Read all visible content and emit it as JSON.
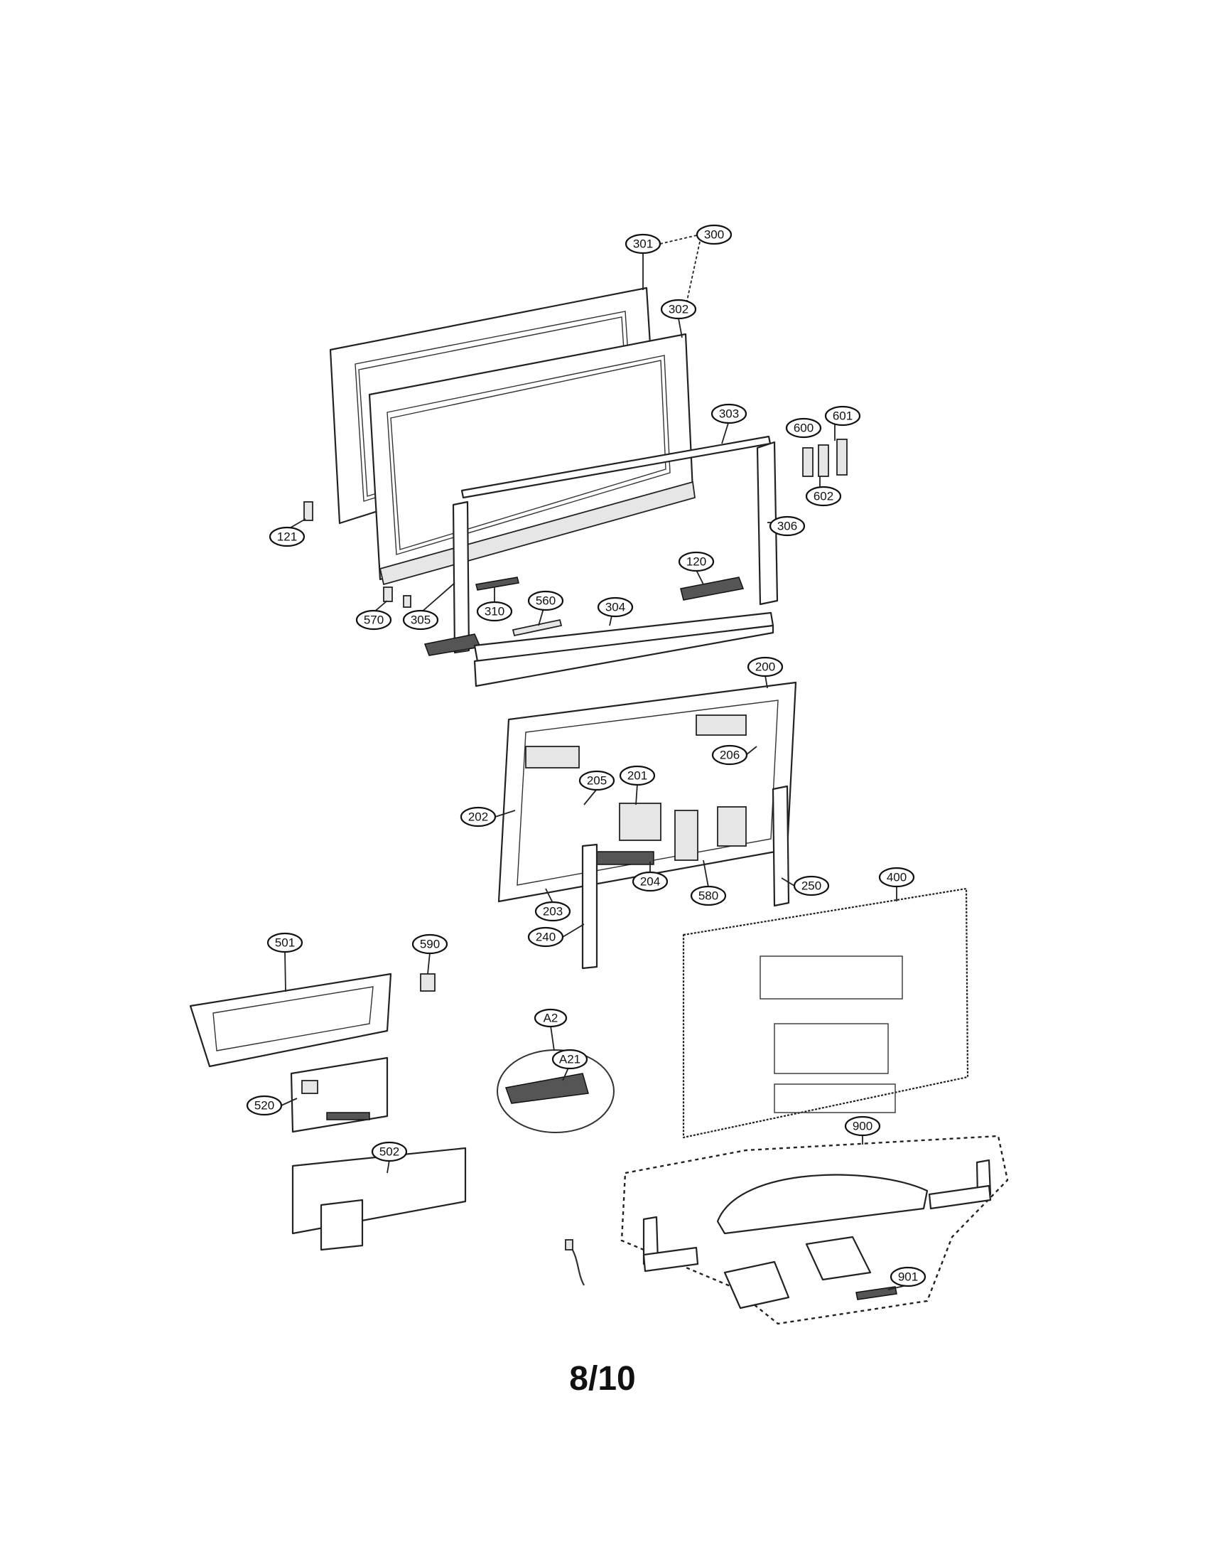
{
  "page_number": "8/10",
  "callouts": [
    {
      "id": "c300",
      "label": "300"
    },
    {
      "id": "c301",
      "label": "301"
    },
    {
      "id": "c302",
      "label": "302"
    },
    {
      "id": "c303",
      "label": "303"
    },
    {
      "id": "c600",
      "label": "600"
    },
    {
      "id": "c601",
      "label": "601"
    },
    {
      "id": "c602",
      "label": "602"
    },
    {
      "id": "c121",
      "label": "121"
    },
    {
      "id": "c306",
      "label": "306"
    },
    {
      "id": "c120",
      "label": "120"
    },
    {
      "id": "c570",
      "label": "570"
    },
    {
      "id": "c305",
      "label": "305"
    },
    {
      "id": "c310",
      "label": "310"
    },
    {
      "id": "c560",
      "label": "560"
    },
    {
      "id": "c304",
      "label": "304"
    },
    {
      "id": "c200",
      "label": "200"
    },
    {
      "id": "c206",
      "label": "206"
    },
    {
      "id": "c205",
      "label": "205"
    },
    {
      "id": "c201",
      "label": "201"
    },
    {
      "id": "c202",
      "label": "202"
    },
    {
      "id": "c203",
      "label": "203"
    },
    {
      "id": "c204",
      "label": "204"
    },
    {
      "id": "c580",
      "label": "580"
    },
    {
      "id": "c250",
      "label": "250"
    },
    {
      "id": "c240",
      "label": "240"
    },
    {
      "id": "c400",
      "label": "400"
    },
    {
      "id": "c501",
      "label": "501"
    },
    {
      "id": "c590",
      "label": "590"
    },
    {
      "id": "cA2",
      "label": "A2"
    },
    {
      "id": "cA21",
      "label": "A21"
    },
    {
      "id": "c520",
      "label": "520"
    },
    {
      "id": "c502",
      "label": "502"
    },
    {
      "id": "c900",
      "label": "900"
    },
    {
      "id": "c901",
      "label": "901"
    }
  ]
}
